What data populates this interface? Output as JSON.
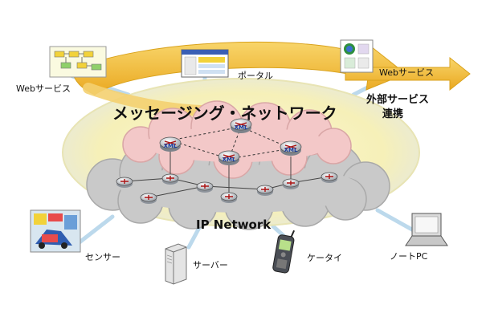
{
  "title": "メッセージング・ネットワーク",
  "network_label": "IP Network",
  "labels": {
    "web_service_left": "Webサービス",
    "portal": "ポータル",
    "web_service_right": "Webサービス",
    "external_line1": "外部サービス",
    "external_line2": "連携",
    "sensor": "センサー",
    "server": "サーバー",
    "mobile": "ケータイ",
    "notebook": "ノートPC"
  },
  "node_badge": "XML",
  "colors": {
    "arrow_yellow": "#f2bd2c",
    "arrow_yellow_light": "#f7d877",
    "glow": "#f8f3c4",
    "cloud_pink": "#f3c8c8",
    "cloud_gray": "#c9c9c9",
    "link_blue": "#bcd9ec"
  }
}
